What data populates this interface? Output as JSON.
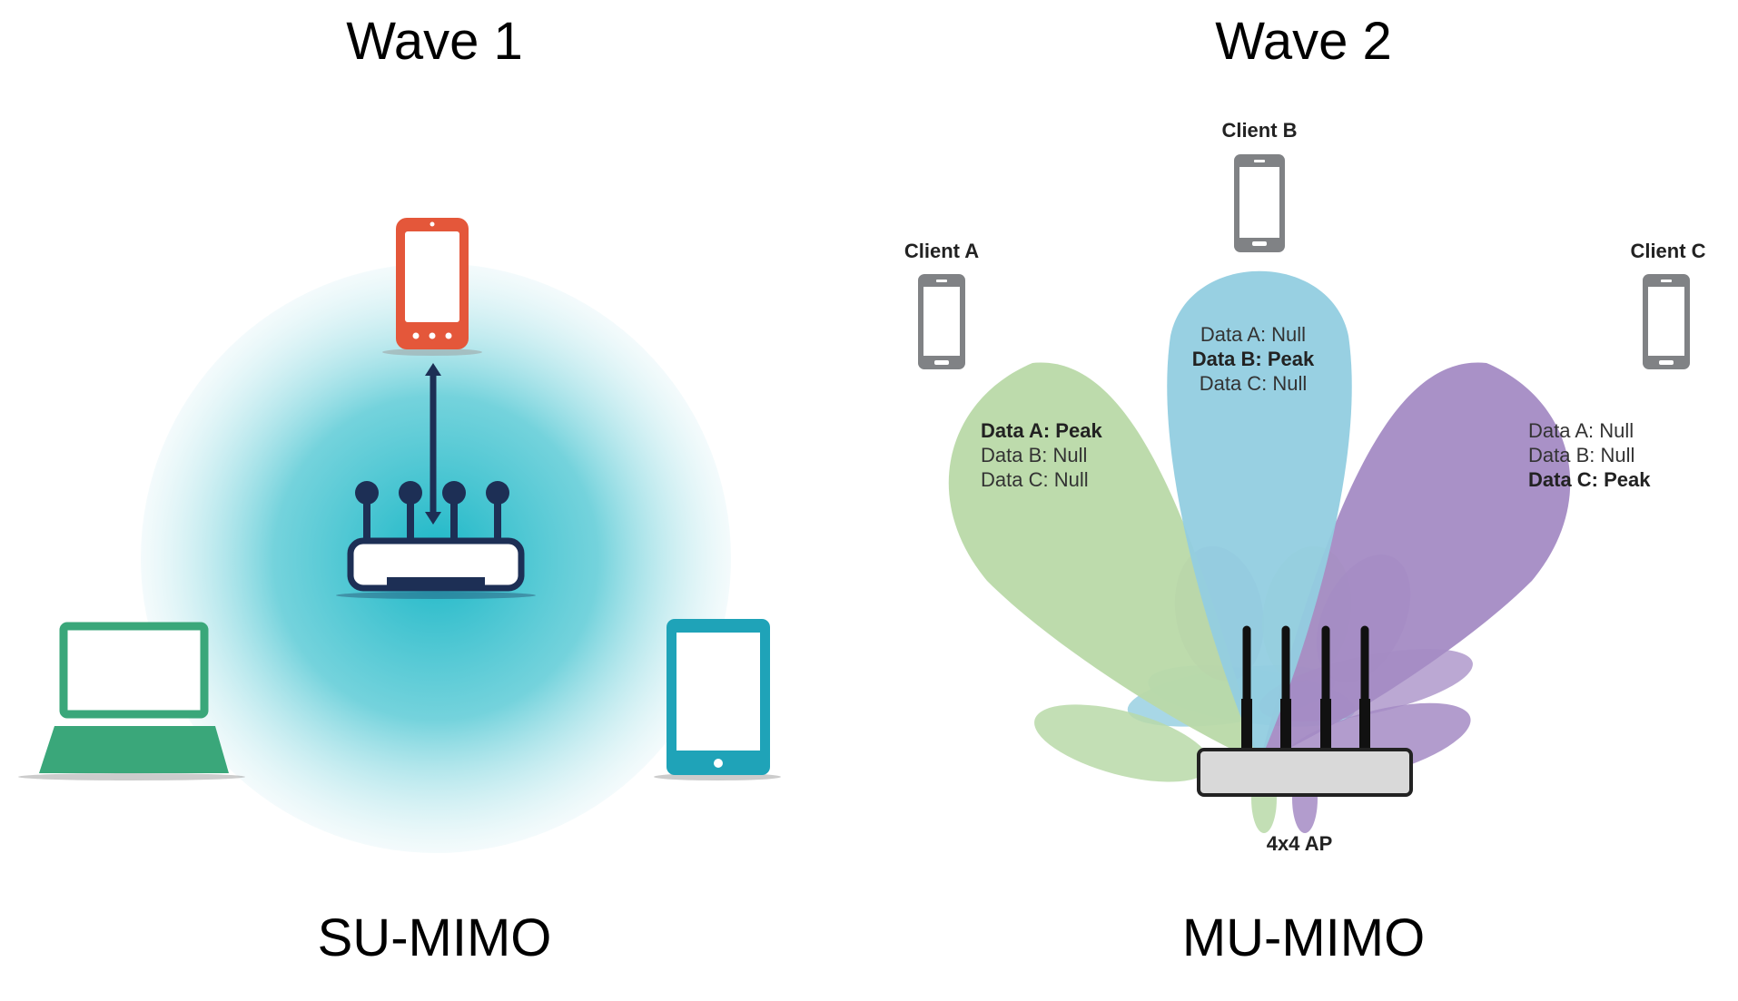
{
  "left": {
    "title": "Wave 1",
    "label": "SU-MIMO"
  },
  "right": {
    "title": "Wave 2",
    "label": "MU-MIMO",
    "ap_label": "4x4 AP",
    "clients": [
      {
        "name": "Client A",
        "lines": [
          "Data A: Peak",
          "Data B: Null",
          "Data C: Null"
        ],
        "peak_index": 0,
        "lobe_color": "#b9d9a8"
      },
      {
        "name": "Client B",
        "lines": [
          "Data A: Null",
          "Data B: Peak",
          "Data C: Null"
        ],
        "peak_index": 1,
        "lobe_color": "#92cde0"
      },
      {
        "name": "Client C",
        "lines": [
          "Data A: Null",
          "Data B: Null",
          "Data C: Peak"
        ],
        "peak_index": 2,
        "lobe_color": "#a48bc4"
      }
    ]
  },
  "colors": {
    "phone_orange": "#e4573a",
    "laptop_green": "#3aa77a",
    "tablet_teal": "#1fa3b8",
    "router_navy": "#1d2f55",
    "coverage_teal": "#1bb7c7",
    "client_gray": "#808285"
  },
  "icons": {
    "left_devices": [
      "smartphone-icon",
      "laptop-icon",
      "tablet-icon",
      "router-icon"
    ],
    "right_devices": [
      "smartphone-icon",
      "access-point-icon"
    ]
  }
}
